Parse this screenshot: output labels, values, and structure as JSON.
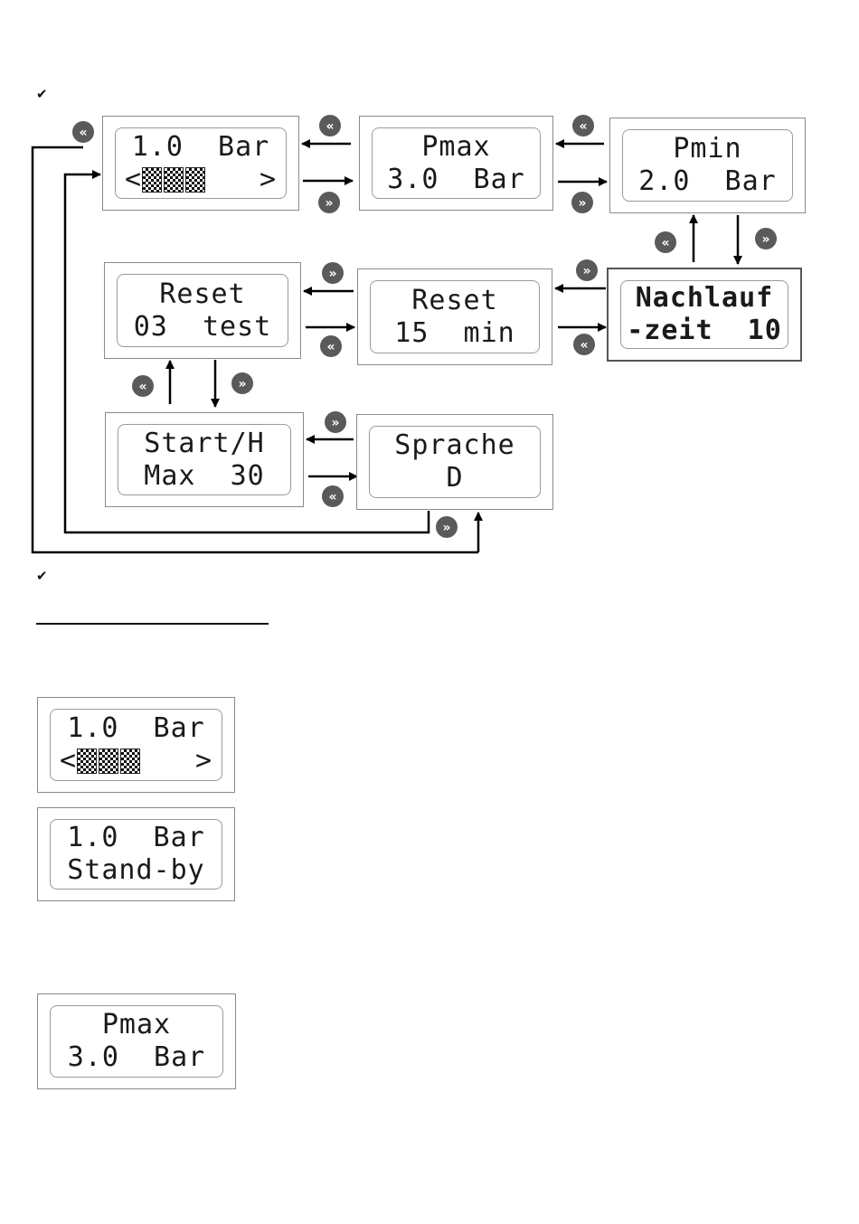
{
  "colors": {
    "line": "#000000",
    "badge": "#5a5a5a",
    "badge_text": "#ffffff",
    "lcd_border": "#8a8a8a"
  },
  "badges": {
    "back": "«",
    "forward": "»"
  },
  "checkmarks": [
    "✔",
    "✔"
  ],
  "screens": {
    "main": {
      "line1": "1.0  Bar",
      "left": "<",
      "right": ">",
      "blocks": 3
    },
    "pmax": {
      "line1": "Pmax",
      "line2": "3.0  Bar"
    },
    "pmin": {
      "line1": "Pmin",
      "line2": "2.0  Bar"
    },
    "nachlauf": {
      "line1": "Nachlauf",
      "line2": "-zeit  10"
    },
    "reset15": {
      "line1": "Reset",
      "line2": "15  min"
    },
    "reset03": {
      "line1": "Reset",
      "line2": "03  test"
    },
    "start": {
      "line1": "Start/H",
      "line2": "Max  30"
    },
    "sprache": {
      "line1": "Sprache",
      "line2": "D"
    },
    "standby": {
      "line1": "1.0  Bar",
      "line2": "Stand-by"
    }
  }
}
